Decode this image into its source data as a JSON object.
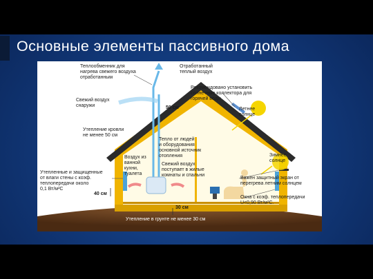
{
  "slide": {
    "title": "Основные элементы пассивного дома"
  },
  "diagram": {
    "labels": {
      "heat_exchanger": "Теплообменник для\nнагрева свежего воздуха\nотработанным",
      "exhaust_air": "Отработанный\nтеплый воздух",
      "fresh_air": "Свежий воздух\nснаружи",
      "solar_collector": "Рекомендовано установить\nсолнечные коллектора для\nгорячей воды",
      "summer_sun": "Летнее\nсолнце",
      "roof_insulation": "Утепление кровли\nне менее 50 см",
      "roof_thickness": "50 см",
      "internal_heat": "Тепло от людей\nи оборудования\nосновной источник\nотопления",
      "duct_air": "Воздух из\nванной\nкухни,\nтуалета",
      "fresh_air_rooms": "Свежий воздух\nпоступает в жилые\nкомнаты и спальни",
      "walls": "Утепленные и защищенные\nот влаги стены с коэф.\nтеплопередачи около\n0,1 Вт/м²С",
      "wall_thickness": "40 см",
      "winter_sun": "Зимнее\nсолнце",
      "shade_screen": "Важен защитный экран от\nперегрева летним солнцем",
      "windows": "Окна с коэф. теплопередачи\nU<0,90 Вт/м²С.",
      "floor_thickness": "30 см",
      "ground_insulation": "Утепление в грунте не менее 30 см"
    },
    "colors": {
      "house_outline": "#f0b400",
      "roof_black": "#2b2b2b",
      "interior": "#fffbe6",
      "ground": "#6b3f1f",
      "air_arrow": "#69b8e8",
      "sun": "#f5d500"
    }
  }
}
